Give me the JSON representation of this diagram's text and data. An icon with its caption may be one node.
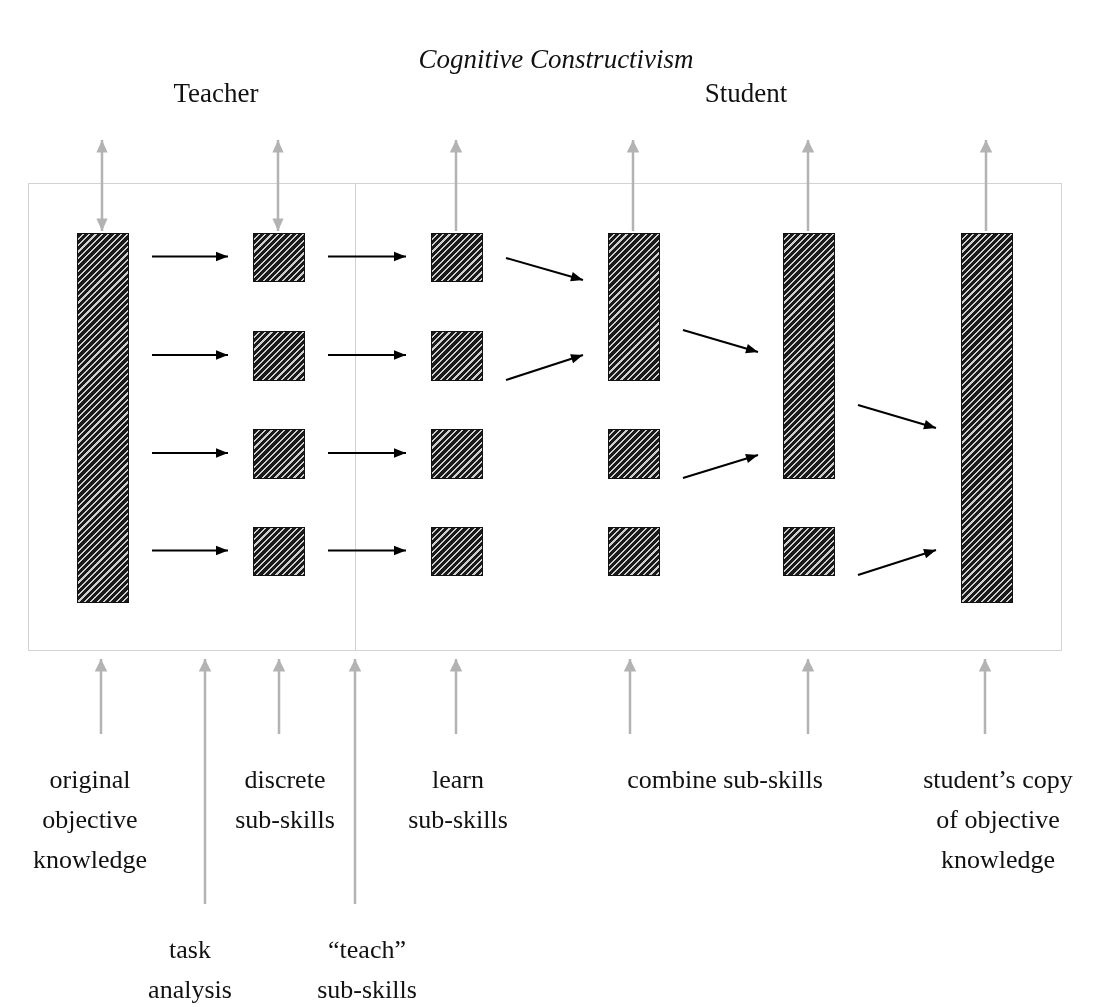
{
  "diagram": {
    "title": "Cognitive Constructivism",
    "nodes": [
      {
        "text": [
          "Teacher"
        ]
      },
      {
        "text": [],
        "shape": "bar",
        "in": 0
      },
      {
        "text": [],
        "shape": "bar",
        "in": 0
      },
      {
        "text": [],
        "shape": "bar",
        "in": 0
      },
      {
        "text": [],
        "shape": "bar",
        "in": 0
      },
      {
        "text": [],
        "shape": "bar",
        "in": 0
      },
      {
        "text": [
          "Student"
        ]
      },
      {
        "text": [],
        "shape": "bar",
        "in": 6
      },
      {
        "text": [],
        "shape": "bar",
        "in": 6
      },
      {
        "text": [],
        "shape": "bar",
        "in": 6
      },
      {
        "text": [],
        "shape": "bar",
        "in": 6
      },
      {
        "text": [],
        "shape": "bar",
        "in": 6
      },
      {
        "text": [],
        "shape": "bar",
        "in": 6
      },
      {
        "text": [],
        "shape": "bar",
        "in": 6
      },
      {
        "text": [],
        "shape": "bar",
        "in": 6
      },
      {
        "text": [],
        "shape": "bar",
        "in": 6
      },
      {
        "text": [],
        "shape": "bar",
        "in": 6
      },
      {
        "text": [
          "original objective knowledge"
        ]
      },
      {
        "text": [
          "discrete sub-skills"
        ]
      },
      {
        "text": [
          "learn sub-skills"
        ]
      },
      {
        "text": [
          "combine sub-skills"
        ]
      },
      {
        "text": [
          "student’s copy of objective knowledge"
        ]
      },
      {
        "text": [
          "task analysis"
        ]
      },
      {
        "text": [
          "“teach” sub-skills"
        ]
      }
    ],
    "edges": [
      {
        "from": 1,
        "to": 2,
        "arrow": "to"
      },
      {
        "from": 1,
        "to": 3,
        "arrow": "to"
      },
      {
        "from": 1,
        "to": 4,
        "arrow": "to"
      },
      {
        "from": 1,
        "to": 5,
        "arrow": "to"
      },
      {
        "from": 2,
        "to": 7,
        "arrow": "to"
      },
      {
        "from": 3,
        "to": 8,
        "arrow": "to"
      },
      {
        "from": 4,
        "to": 9,
        "arrow": "to"
      },
      {
        "from": 5,
        "to": 10,
        "arrow": "to"
      },
      {
        "from": 7,
        "to": 11,
        "arrow": "to"
      },
      {
        "from": 8,
        "to": 11,
        "arrow": "to"
      },
      {
        "from": 11,
        "to": 14,
        "arrow": "to"
      },
      {
        "from": 12,
        "to": 14,
        "arrow": "to"
      },
      {
        "from": 14,
        "to": 16,
        "arrow": "to"
      },
      {
        "from": 15,
        "to": 16,
        "arrow": "to"
      },
      {
        "from": null,
        "to": 1,
        "arrow": "both",
        "color": "#b3b3b3"
      },
      {
        "from": null,
        "to": 2,
        "arrow": "both",
        "color": "#b3b3b3"
      },
      {
        "from": 7,
        "to": null,
        "arrow": "to",
        "color": "#b3b3b3"
      },
      {
        "from": 11,
        "to": null,
        "arrow": "to",
        "color": "#b3b3b3"
      },
      {
        "from": 14,
        "to": null,
        "arrow": "to",
        "color": "#b3b3b3"
      },
      {
        "from": 16,
        "to": null,
        "arrow": "to",
        "color": "#b3b3b3"
      },
      {
        "from": 17,
        "to": 0,
        "arrow": "to",
        "color": "#b3b3b3"
      },
      {
        "from": 22,
        "to": 0,
        "arrow": "to",
        "color": "#b3b3b3"
      },
      {
        "from": 18,
        "to": 0,
        "arrow": "to",
        "color": "#b3b3b3"
      },
      {
        "from": 23,
        "to": 6,
        "arrow": "to",
        "color": "#b3b3b3"
      },
      {
        "from": 19,
        "to": 6,
        "arrow": "to",
        "color": "#b3b3b3"
      },
      {
        "from": 20,
        "to": 6,
        "arrow": "to",
        "color": "#b3b3b3"
      },
      {
        "from": 20,
        "to": 6,
        "arrow": "to",
        "color": "#b3b3b3"
      },
      {
        "from": 21,
        "to": 6,
        "arrow": "to",
        "color": "#b3b3b3"
      }
    ]
  }
}
